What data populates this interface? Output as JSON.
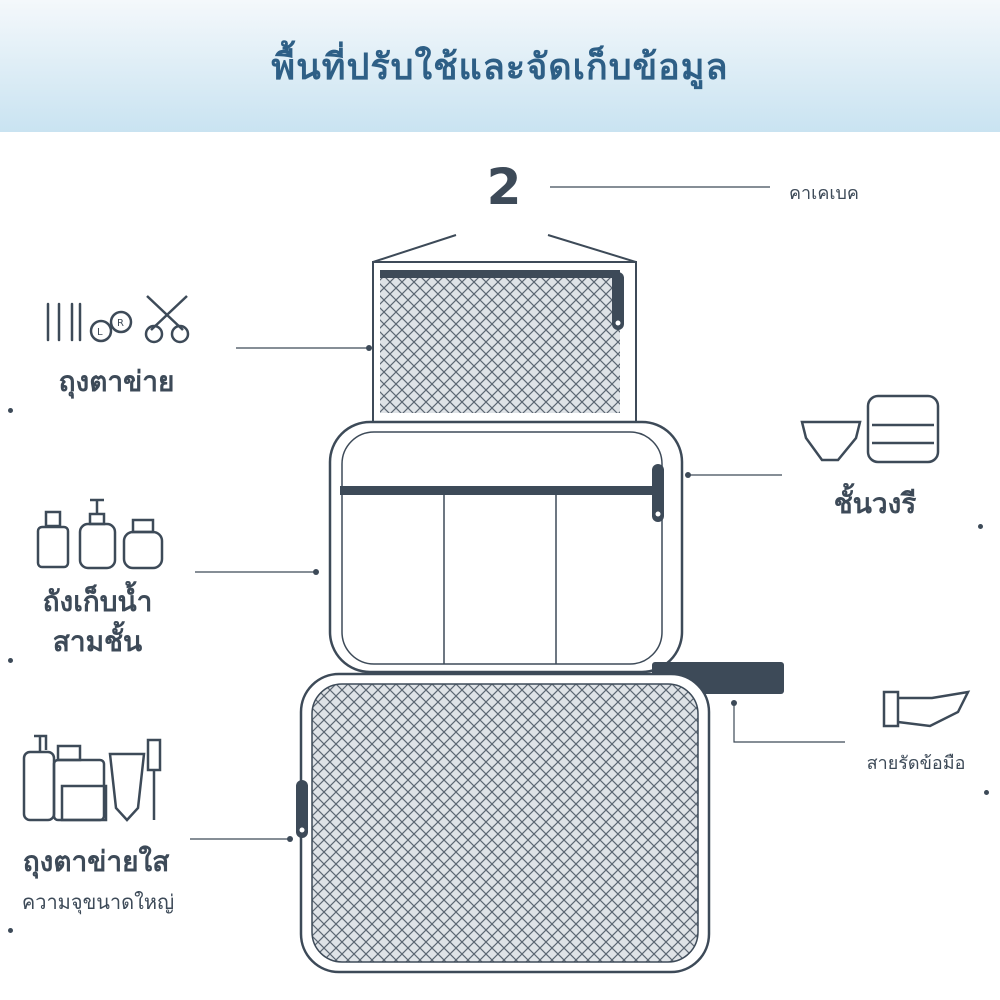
{
  "banner": {
    "title": "พื้นที่ปรับใช้และจัดเก็บข้อมูล"
  },
  "diagram": {
    "number": "2",
    "labels": {
      "hook": "คาเคเบค",
      "top_pouch": "ถุงตาข่าย",
      "water_bins_line1": "ถังเก็บน้ำ",
      "water_bins_line2": "สามชั้น",
      "large_pouch_line1": "ถุงตาข่ายใส",
      "large_pouch_line2": "ความจุขนาดใหญ่",
      "underwear": "ชั้นวงรี",
      "wrist_strap": "สายรัดข้อมือ"
    },
    "icons": [
      "cotton-swab-icon",
      "contact-lens-case-icon",
      "scissors-icon",
      "dropper-bottle-icon",
      "pump-bottle-icon",
      "jar-icon",
      "toiletries-icon",
      "toothpaste-icon",
      "toothbrush-icon",
      "underwear-icon",
      "towel-icon",
      "open-hand-icon"
    ],
    "colors": {
      "accent": "#2e5f86",
      "ink": "#3d4a58",
      "mesh": "#d8dde2"
    }
  }
}
